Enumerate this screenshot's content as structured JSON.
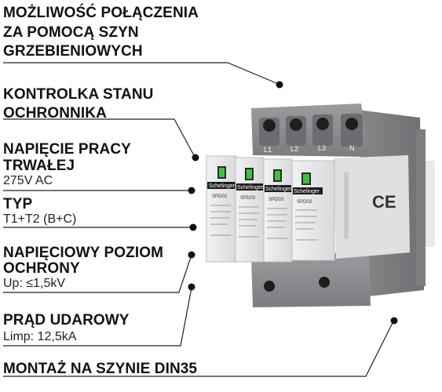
{
  "labels": {
    "connection": {
      "line1": "MOŻLIWOŚĆ POŁĄCZENIA",
      "line2": "ZA POMOCĄ SZYN",
      "line3": "GRZEBIENIOWYCH"
    },
    "indicator": {
      "line1": "KONTROLKA STANU",
      "line2": "OCHRONNIKA"
    },
    "voltage": {
      "line1": "NAPIĘCIE PRACY",
      "line2": "TRWAŁEJ",
      "value": "275V AC"
    },
    "type": {
      "title": "TYP",
      "value": "T1+T2 (B+C)"
    },
    "protection": {
      "line1": "NAPIĘCIOWY POZIOM",
      "line2": "OCHRONY",
      "value": "Up: ≤1,5kV"
    },
    "surge": {
      "title": "PRĄD UDAROWY",
      "value": "Limp: 12,5kA"
    },
    "mount": {
      "title": "MONTAŻ NA SZYNIE DIN35"
    }
  },
  "device": {
    "terminals": [
      "L1",
      "L2",
      "L3",
      "N"
    ],
    "brand": "Schelinger",
    "model": "SPD03",
    "ce_mark": "CE"
  },
  "colors": {
    "text": "#111111",
    "housing": "#8f9194",
    "module": "#e8e9ea",
    "indicator": "#3cc43c"
  }
}
